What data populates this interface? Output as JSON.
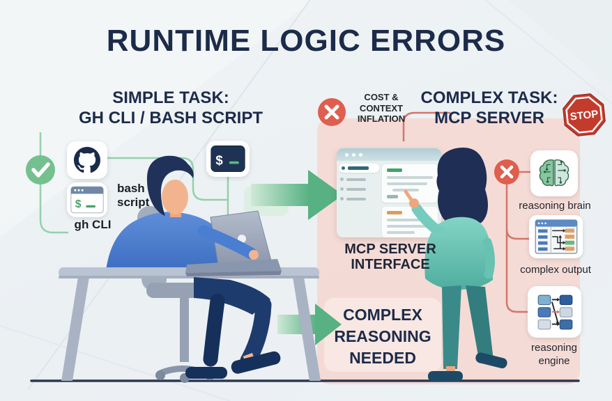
{
  "title": "RUNTIME LOGIC ERRORS",
  "simple_task": {
    "heading_line1": "SIMPLE TASK:",
    "heading_line2": "GH CLI / BASH SCRIPT",
    "bash_label_line1": "bash",
    "bash_label_line2": "script",
    "gh_cli_label": "gh CLI",
    "terminal_prompt": "$",
    "cli_prompt": "$"
  },
  "complex_task": {
    "heading_line1": "COMPLEX TASK:",
    "heading_line2": "MCP SERVER",
    "stop_label": "STOP",
    "cost_line1": "COST &",
    "cost_line2": "CONTEXT",
    "cost_line3": "INFLATION",
    "interface_line1": "MCP SERVER",
    "interface_line2": "INTERFACE",
    "note_line1": "COMPLEX",
    "note_line2": "REASONING",
    "note_line3": "NEEDED",
    "brain_label": "reasoning brain",
    "output_label": "complex output",
    "engine_label_line1": "reasoning",
    "engine_label_line2": "engine"
  },
  "colors": {
    "navy_text": "#1d2b4a",
    "accent_green": "#6fbf8e",
    "error_red": "#df5e4e",
    "panel_pink": "#f5d9d4",
    "teal": "#5fb8a8",
    "stop_red": "#c33b2c"
  }
}
